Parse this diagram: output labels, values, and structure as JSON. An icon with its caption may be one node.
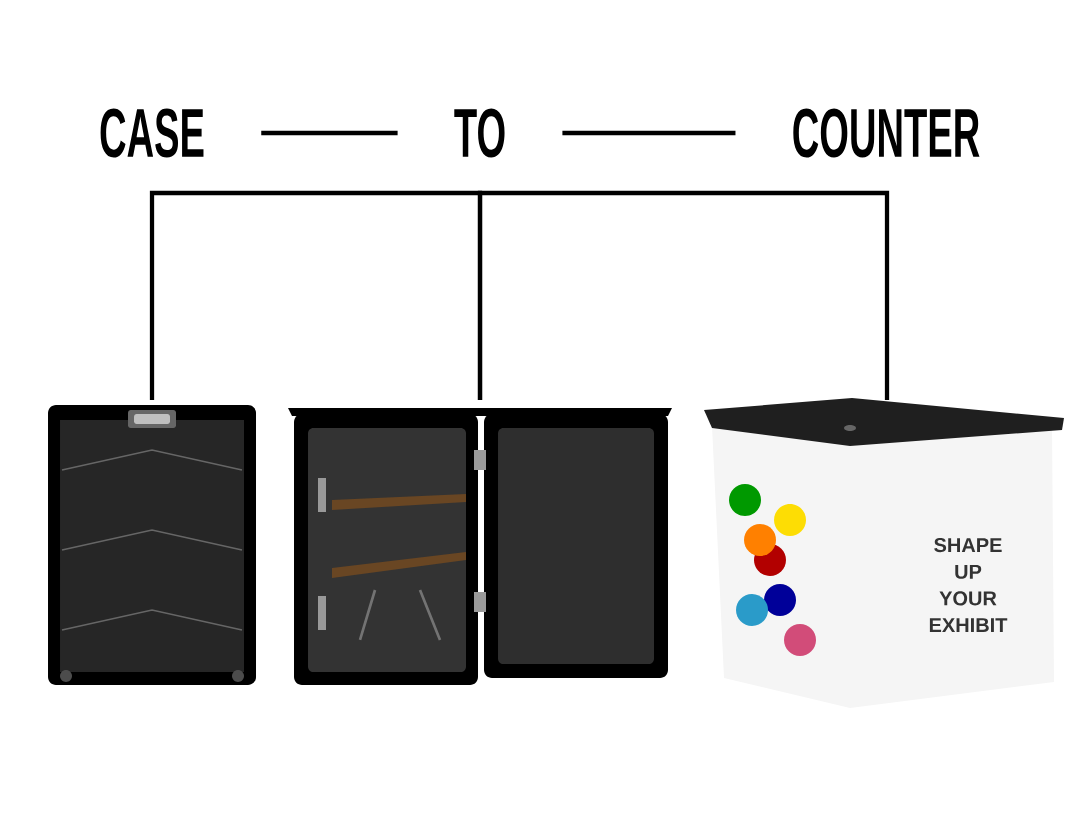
{
  "diagram": {
    "nodes": [
      {
        "text": [
          "CASE"
        ]
      },
      {
        "text": [
          "TO"
        ]
      },
      {
        "text": [
          "COUNTER"
        ]
      },
      {
        "text": [],
        "shape": "picture"
      },
      {
        "text": [],
        "shape": "picture"
      },
      {
        "text": [],
        "shape": "picture"
      }
    ],
    "edges": [
      {
        "from": 0,
        "to": 1,
        "arrow": "none"
      },
      {
        "from": 1,
        "to": 2,
        "arrow": "none"
      },
      {
        "from": 3,
        "to": 4,
        "arrow": "none"
      },
      {
        "from": 4,
        "to": 5,
        "arrow": "none"
      }
    ],
    "labels": [
      "SHAPE UP YOUR EXHIBIT"
    ]
  }
}
